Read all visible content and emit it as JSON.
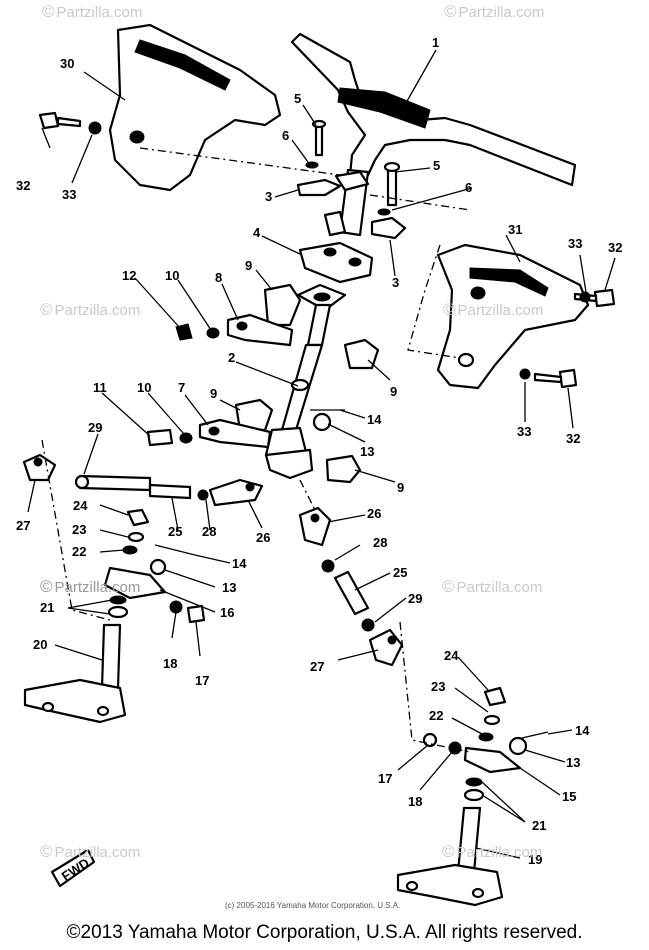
{
  "watermark_text": "Partzilla.com",
  "watermark_symbol": "©",
  "inner_copyright": "(c) 2005-2016 Yamaha Motor Corporation, U.S.A.",
  "footer_copyright": "©2013 Yamaha Motor Corporation, U.S.A. All rights reserved.",
  "arrow_label": "FWD",
  "callouts": [
    "1",
    "2",
    "3",
    "3",
    "4",
    "5",
    "5",
    "6",
    "6",
    "7",
    "8",
    "9",
    "9",
    "9",
    "10",
    "10",
    "11",
    "12",
    "13",
    "13",
    "13",
    "14",
    "14",
    "14",
    "15",
    "16",
    "17",
    "17",
    "18",
    "18",
    "19",
    "20",
    "21",
    "21",
    "22",
    "22",
    "23",
    "23",
    "24",
    "24",
    "25",
    "25",
    "26",
    "26",
    "27",
    "27",
    "28",
    "28",
    "29",
    "29",
    "30",
    "31",
    "32",
    "32",
    "33",
    "33"
  ]
}
